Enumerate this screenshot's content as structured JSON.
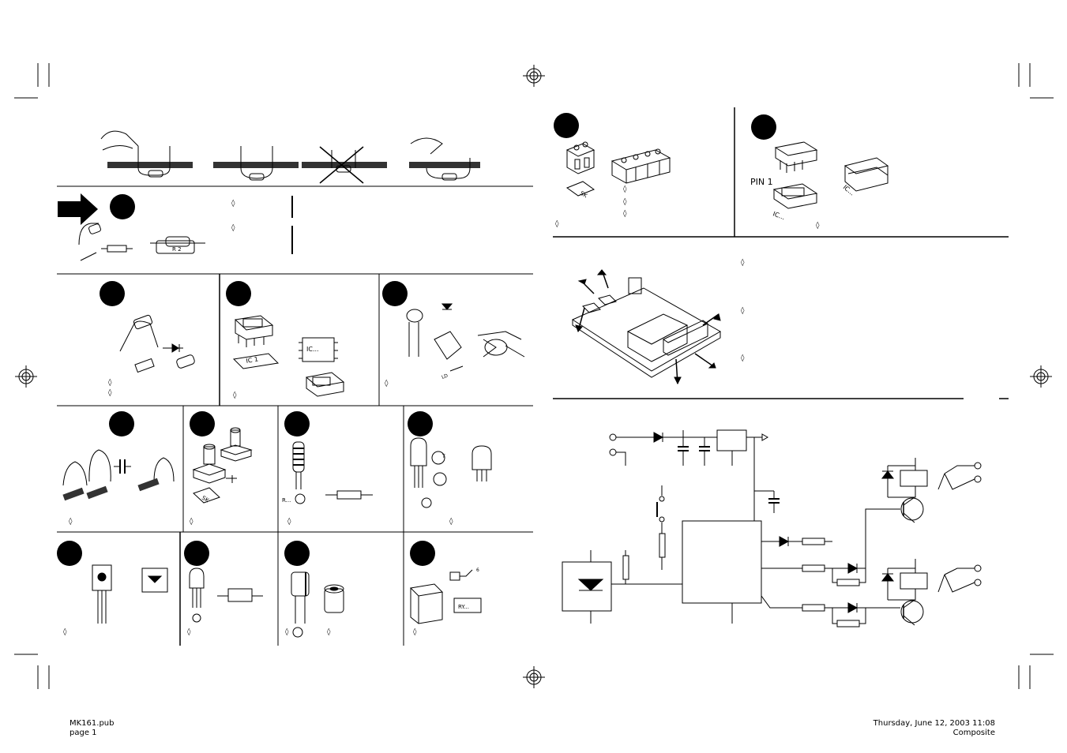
{
  "footer": {
    "file_name": "MK161.pub",
    "page_label": "page 1",
    "timestamp": "Thursday, June 12, 2003 11:08",
    "separation": "Composite"
  },
  "labels": {
    "pin1": "PIN  1",
    "ic": "IC...",
    "ic1": "IC 1",
    "sk": "SK",
    "ry": "RY...",
    "r_mark": "R...",
    "ld": "LD",
    "r12": "R 2",
    "t_mark": "T",
    "relay_pin": "6"
  },
  "bullet_glyph": "◊",
  "colors": {
    "ink": "#000000",
    "paper": "#ffffff"
  }
}
